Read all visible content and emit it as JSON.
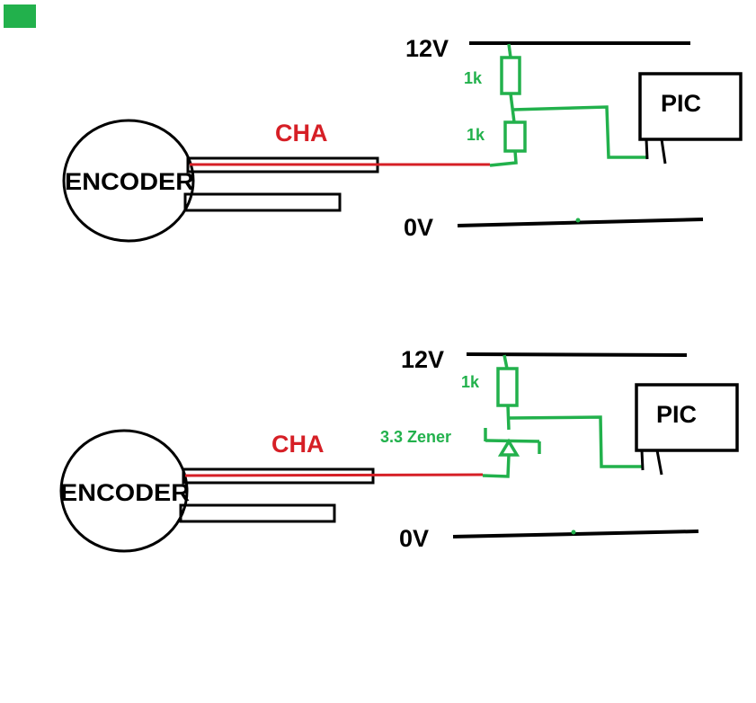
{
  "colors": {
    "wire_black": "#000000",
    "wire_red": "#d61f26",
    "component_green": "#22b14c",
    "corner_swatch": "#22b14c"
  },
  "top_circuit": {
    "encoder_label": "ENCODER",
    "channel_label": "CHA",
    "supply_label": "12V",
    "ground_label": "0V",
    "resistor_upper_label": "1k",
    "resistor_lower_label": "1k",
    "mcu_label": "PIC"
  },
  "bottom_circuit": {
    "encoder_label": "ENCODER",
    "channel_label": "CHA",
    "supply_label": "12V",
    "ground_label": "0V",
    "resistor_label": "1k",
    "zener_label": "3.3 Zener",
    "mcu_label": "PIC"
  }
}
